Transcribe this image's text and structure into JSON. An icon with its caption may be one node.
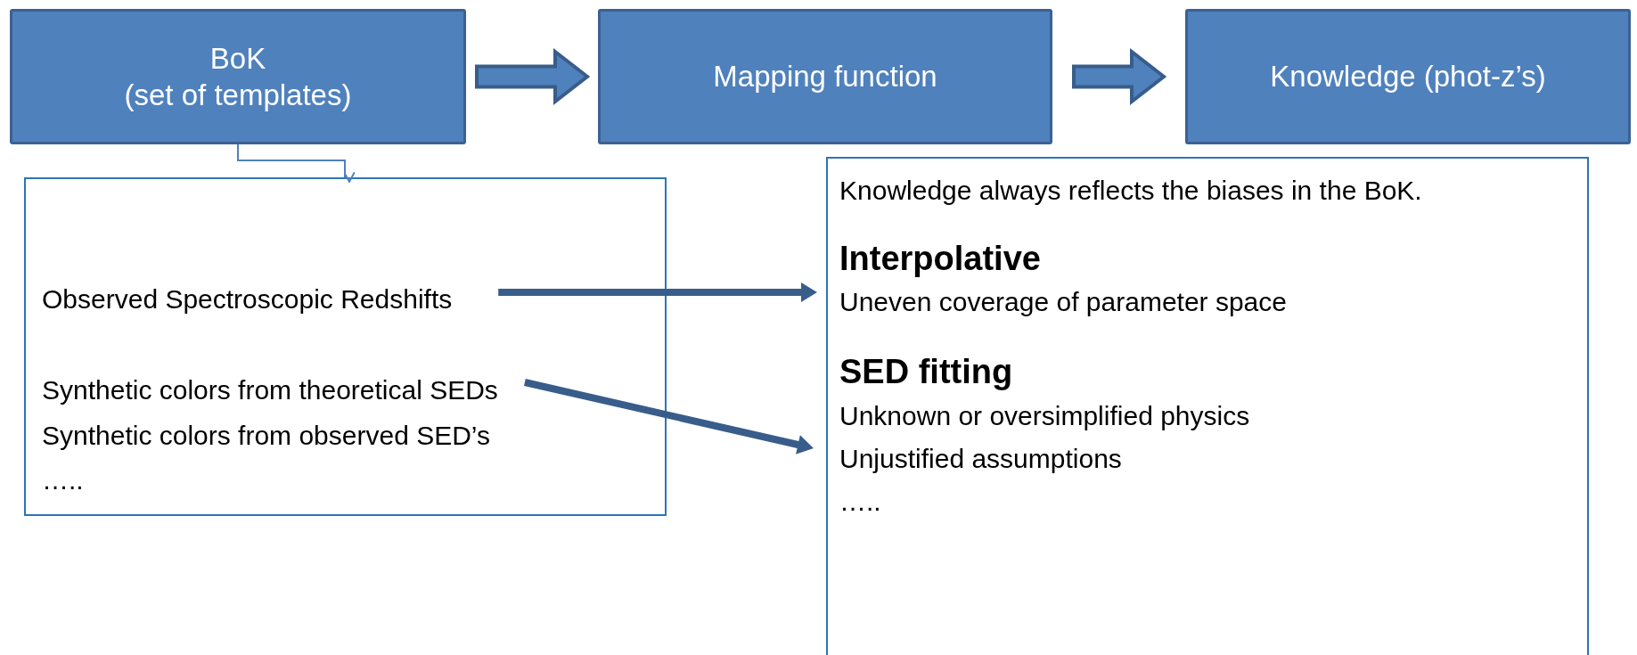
{
  "diagram": {
    "nodes": [
      {
        "text": [
          "BoK",
          "(set of templates)"
        ]
      },
      {
        "text": [
          "Mapping function"
        ]
      },
      {
        "text": [
          "Knowledge (phot-z’s)"
        ]
      },
      {
        "text": [
          "Synthetic colors from observed SED’s",
          "….."
        ]
      },
      {
        "text": [
          "Observed Spectroscopic Redshifts"
        ],
        "in": 3
      },
      {
        "text": [
          "Synthetic colors from theoretical SEDs"
        ],
        "in": 3
      },
      {
        "text": [
          "Knowledge always reflects the biases in the BoK.",
          "Interpolative",
          "Uneven coverage of parameter space",
          "SED fitting",
          "Unknown or oversimplified physics",
          "Unjustified assumptions",
          "….."
        ]
      }
    ],
    "edges": [
      {
        "from": 0,
        "to": 1,
        "arrow": "to",
        "style": "thick"
      },
      {
        "from": 1,
        "to": 2,
        "arrow": "to",
        "style": "thick"
      },
      {
        "from": 0,
        "to": 3,
        "arrow": "to",
        "color": "#4f81bd"
      },
      {
        "from": 4,
        "to": 6,
        "arrow": "to",
        "style": "thick"
      },
      {
        "from": 5,
        "to": 6,
        "arrow": "to",
        "style": "thick"
      }
    ]
  }
}
